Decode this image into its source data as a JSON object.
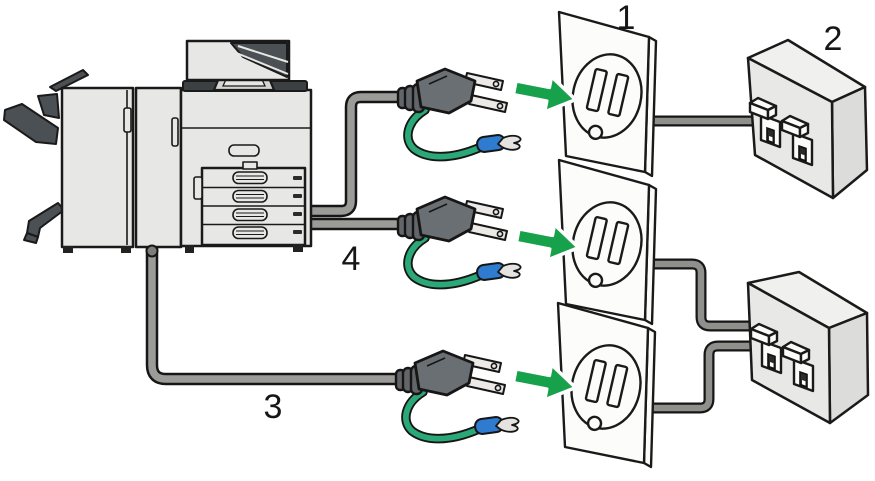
{
  "diagram": {
    "type": "printer-power-connection-illustration",
    "callouts": [
      {
        "label": "1",
        "points_to": "wall-outlet"
      },
      {
        "label": "2",
        "points_to": "circuit-breaker-box"
      },
      {
        "label": "3",
        "points_to": "lower-power-cord"
      },
      {
        "label": "4",
        "points_to": "middle-power-cord"
      }
    ],
    "components": [
      {
        "name": "multifunction-printer-with-finisher"
      },
      {
        "name": "power-plug-with-ground-wire",
        "count": 3
      },
      {
        "name": "wall-outlet",
        "count": 3
      },
      {
        "name": "circuit-breaker-box",
        "count": 2
      },
      {
        "name": "insert-arrow",
        "count": 3
      }
    ]
  },
  "colors": {
    "arrow_green": "#18A14B",
    "ground_wire_green": "#2BA878",
    "terminal_blue": "#2F7BD0",
    "cord_gray": "#9b9b98",
    "cable_gray": "#8f8f8c"
  }
}
